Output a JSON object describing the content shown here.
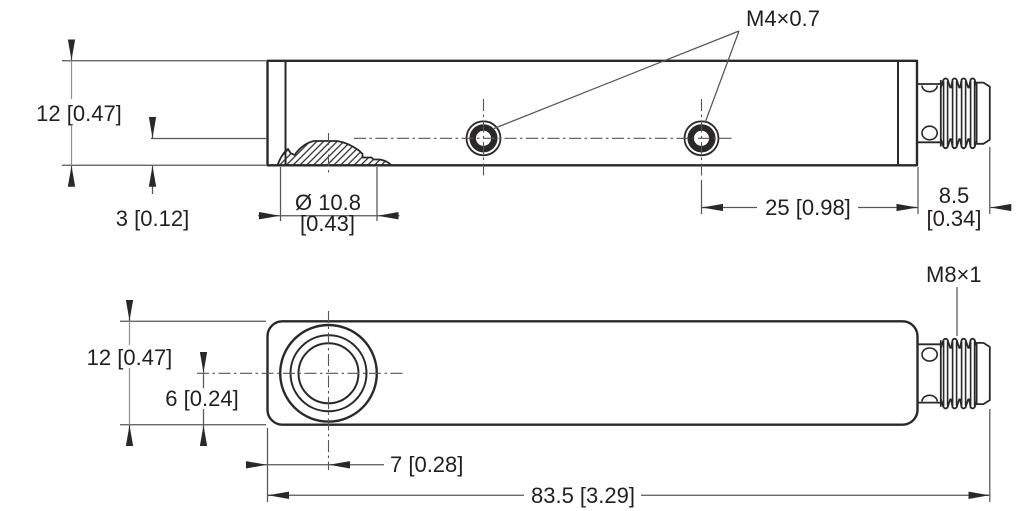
{
  "colors": {
    "object_line": "#2b282a",
    "dimension_line": "#55565a",
    "text": "#231f20",
    "background": "#ffffff"
  },
  "top_view": {
    "height_dim": "12 [0.47]",
    "face_protrusion_dim": "3 [0.12]",
    "face_diameter_dim": "Ø 10.8",
    "face_diameter_dim_inch": "[0.43]",
    "hole_to_connector_dim": "25 [0.98]",
    "connector_length_dim": "8.5",
    "connector_length_dim_inch": "[0.34]",
    "mounting_thread_label": "M4×0.7"
  },
  "bottom_view": {
    "height_dim": "12 [0.47]",
    "center_to_edge_dim": "6 [0.24]",
    "face_center_offset_dim": "7 [0.28]",
    "overall_length_dim": "83.5 [3.29]",
    "connector_thread_label": "M8×1"
  }
}
